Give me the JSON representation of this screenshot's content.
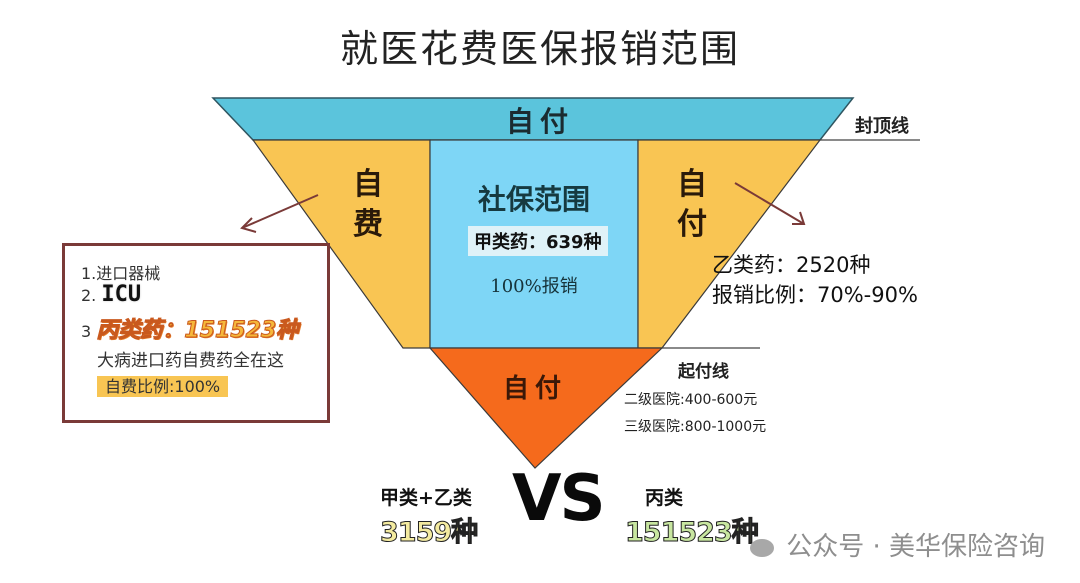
{
  "title": "就医花费医保报销范围",
  "colors": {
    "top_band": "#5bc4dc",
    "side_self": "#f9c553",
    "center": "#7ed6f6",
    "bottom": "#f56a1c",
    "box_border": "#7a3a38",
    "arrow": "#7a3a38"
  },
  "triangle": {
    "top_band_label": "自付",
    "ceiling_line_label": "封顶线",
    "left_section_label": [
      "自",
      "费"
    ],
    "right_section_label": [
      "自",
      "付"
    ],
    "center": {
      "title": "社保范围",
      "class_a": "甲类药：639种",
      "reimbursement": "100%报销"
    },
    "bottom_label": "自付"
  },
  "left_box": {
    "item1": "1.进口器械",
    "item2_prefix": "2.",
    "item2": "ICU",
    "item3_prefix": "3",
    "item3": "丙类药：151523种",
    "note": "大病进口药自费药全在这",
    "ratio": "自费比例:100%"
  },
  "right_info": {
    "class_b": "乙类药：2520种",
    "ratio": "报销比例：70%-90%"
  },
  "deductible": {
    "label": "起付线",
    "level2": "二级医院:400-600元",
    "level3": "三级医院:800-1000元"
  },
  "comparison": {
    "left_title": "甲类+乙类",
    "left_value": "3159种",
    "vs": "VS",
    "right_title": "丙类",
    "right_value": "151523种"
  },
  "watermark": "公众号 · 美华保险咨询"
}
